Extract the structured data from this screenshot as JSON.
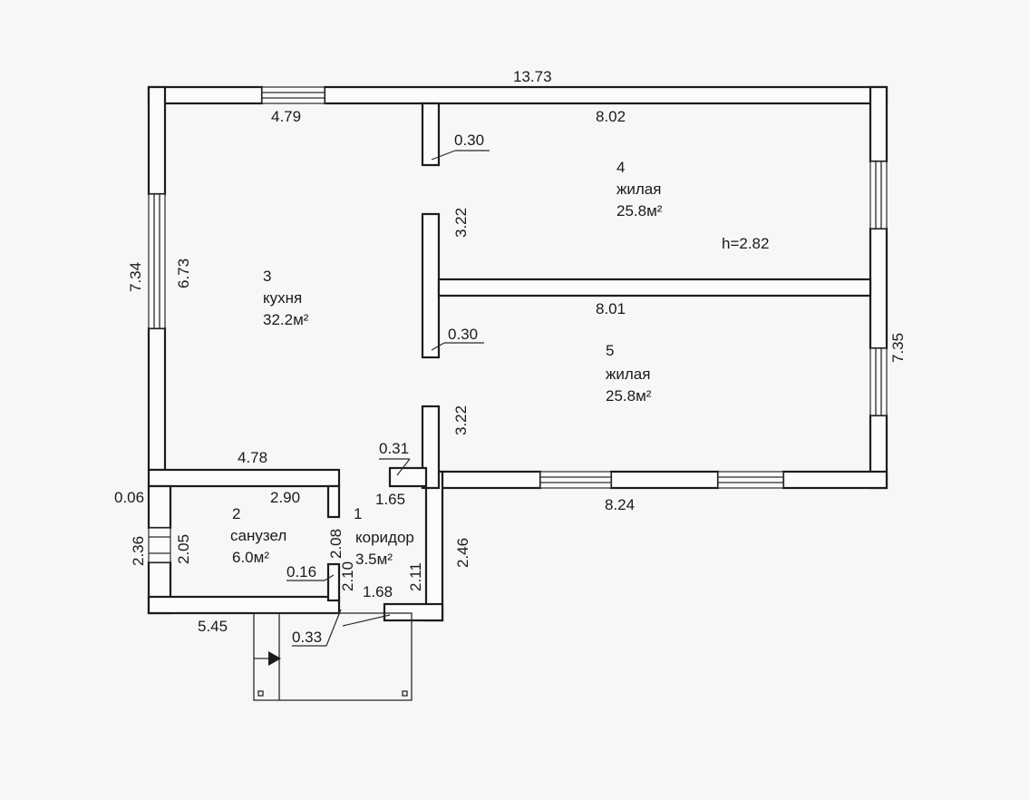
{
  "rooms": [
    {
      "num": "1",
      "name": "коридор",
      "area": "3.5м²"
    },
    {
      "num": "2",
      "name": "санузел",
      "area": "6.0м²"
    },
    {
      "num": "3",
      "name": "кухня",
      "area": "32.2м²"
    },
    {
      "num": "4",
      "name": "жилая",
      "area": "25.8м²"
    },
    {
      "num": "5",
      "name": "жилая",
      "area": "25.8м²"
    }
  ],
  "height_label": "h=2.82",
  "dims": {
    "top_total": "13.73",
    "top_left": "4.79",
    "top_right": "8.02",
    "mid_right": "8.01",
    "bottom_right": "8.24",
    "kitchen_bottom": "4.78",
    "bath_top": "2.90",
    "bath_bottom": "5.45",
    "left_outer": "7.34",
    "left_inner": "6.73",
    "right_outer": "7.35",
    "part_upper": "3.22",
    "part_lower": "3.22",
    "part_thick_top": "0.30",
    "part_thick_mid": "0.30",
    "corr_thick": "0.31",
    "corr_top": "1.65",
    "corr_right": "2.46",
    "corr_right_inner": "2.11",
    "corr_bottom": "1.68",
    "corr_left_a": "2.08",
    "corr_left_b": "2.10",
    "door_thick": "0.16",
    "entrance_thick": "0.33",
    "bath_left_outer": "2.36",
    "bath_left_inner": "2.05",
    "wall_gap": "0.06"
  }
}
